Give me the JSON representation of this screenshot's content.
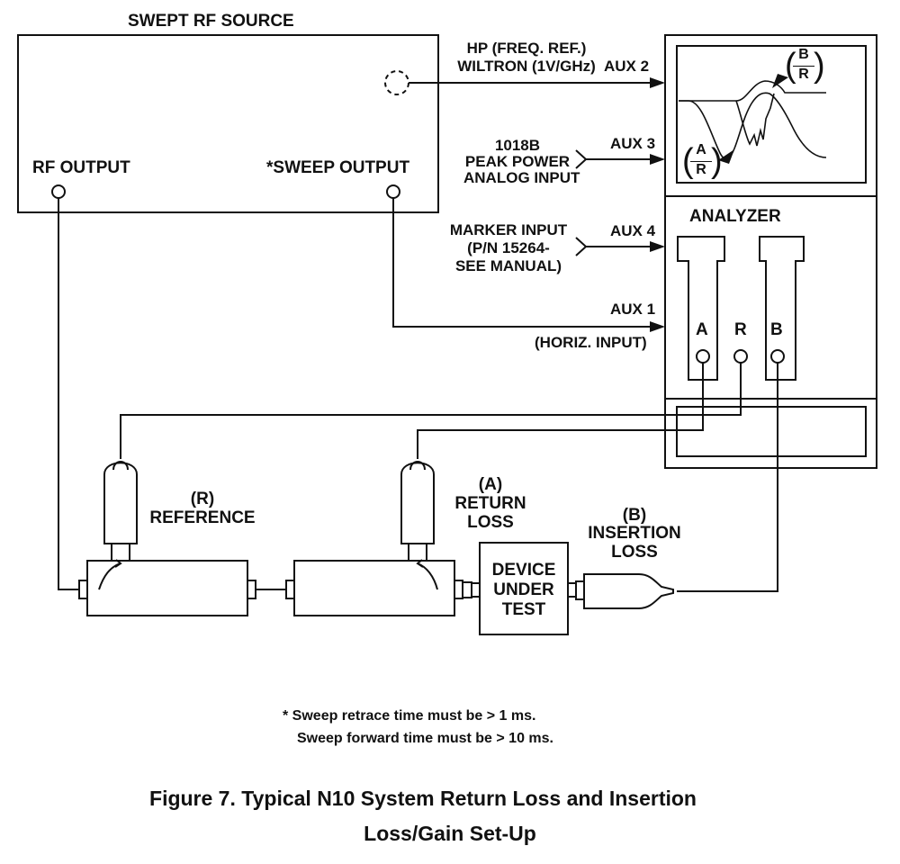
{
  "source": {
    "title": "SWEPT RF SOURCE",
    "rf_output": "RF OUTPUT",
    "sweep_output": "*SWEEP OUTPUT"
  },
  "inputs": {
    "hp_line1": "HP (FREQ. REF.)",
    "hp_line2": "WILTRON (1V/GHz)",
    "aux2": "AUX 2",
    "peak_line1": "1018B",
    "peak_line2": "PEAK POWER",
    "peak_line3": "ANALOG INPUT",
    "aux3": "AUX 3",
    "marker_line1": "MARKER INPUT",
    "marker_line2": "(P/N 15264-",
    "marker_line3": "SEE MANUAL)",
    "aux4": "AUX 4",
    "aux1": "AUX 1",
    "horiz": "(HORIZ. INPUT)"
  },
  "analyzer": {
    "title": "ANALYZER",
    "port_a": "A",
    "port_r": "R",
    "port_b": "B",
    "trace_br": {
      "num": "B",
      "den": "R"
    },
    "trace_ar": {
      "num": "A",
      "den": "R"
    }
  },
  "components": {
    "reference_line1": "(R)",
    "reference_line2": "REFERENCE",
    "return_line1": "(A)",
    "return_line2": "RETURN",
    "return_line3": "LOSS",
    "insertion_line1": "(B)",
    "insertion_line2": "INSERTION",
    "insertion_line3": "LOSS",
    "dut_line1": "DEVICE",
    "dut_line2": "UNDER",
    "dut_line3": "TEST"
  },
  "notes": {
    "line1": "* Sweep retrace time must be > 1 ms.",
    "line2": "Sweep forward time must be > 10 ms."
  },
  "caption": {
    "line1": "Figure 7.  Typical N10 System Return Loss and Insertion",
    "line2": "Loss/Gain Set-Up"
  }
}
